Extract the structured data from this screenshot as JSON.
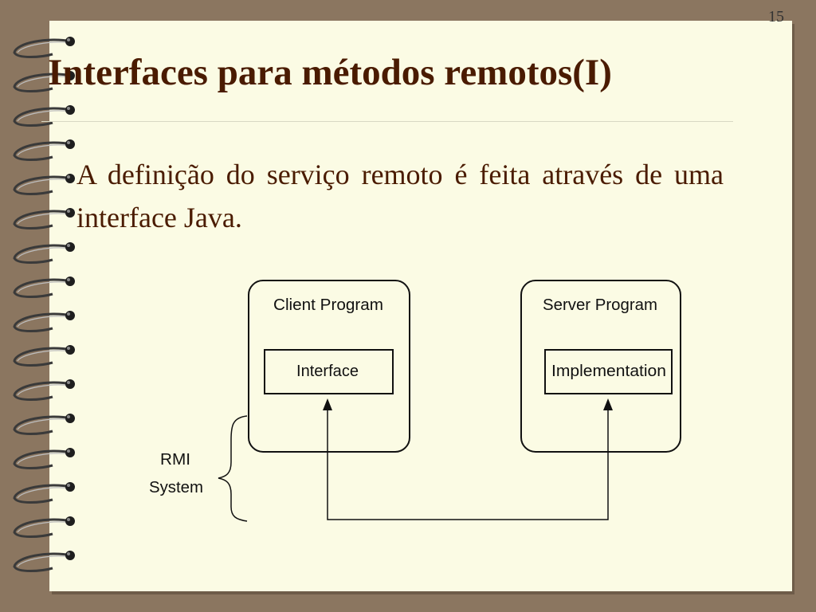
{
  "slide": {
    "number": "15",
    "title": "Interfaces para métodos remotos(I)",
    "body": "A definição do serviço remoto é feita através de uma interface Java."
  },
  "diagram": {
    "client_program_label": "Client Program",
    "server_program_label": "Server Program",
    "interface_label": "Interface",
    "implementation_label": "Implementation",
    "rmi_line1": "RMI",
    "rmi_line2": "System"
  },
  "colors": {
    "background": "#8b7660",
    "page": "#fbfbe4",
    "title": "#4a1b00"
  },
  "icons": [
    "spiral-binding-icon"
  ]
}
